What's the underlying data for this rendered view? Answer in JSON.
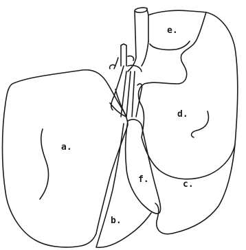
{
  "labels": {
    "a": "a.",
    "b": "b.",
    "c": "c.",
    "d": "d.",
    "e": "e.",
    "f": "f."
  },
  "colors": {
    "line": "#1a1a1a",
    "background": "#ffffff"
  }
}
